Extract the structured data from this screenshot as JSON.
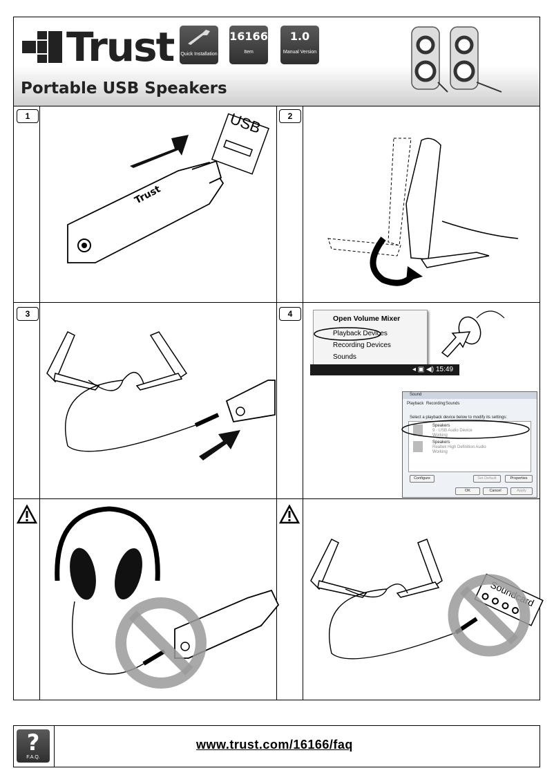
{
  "header": {
    "brand": "Trust",
    "title": "Portable USB Speakers",
    "badges": {
      "quick": "Quick Installation",
      "item_number": "16166",
      "item_label": "Item",
      "version_number": "1.0",
      "version_label": "Manual Version"
    }
  },
  "steps": {
    "s1": "1",
    "s2": "2",
    "s3": "3",
    "s4": "4"
  },
  "usb_label": "USB",
  "dongle_brand": "Trust",
  "menu": {
    "items": [
      "Open Volume Mixer",
      "Playback Devices",
      "Recording Devices",
      "Sounds"
    ],
    "time": "15:49"
  },
  "dialog": {
    "title": "Sound",
    "tabs": [
      "Playback",
      "Recording",
      "Sounds"
    ],
    "instruction": "Select a playback device below to modify its settings:",
    "devices": [
      {
        "name": "Speakers",
        "desc": "9 - USB Audio Device",
        "status": "Working"
      },
      {
        "name": "Speakers",
        "desc": "Realtek High Definition Audio",
        "status": "Working"
      }
    ],
    "buttons": {
      "configure": "Configure",
      "set_default": "Set Default",
      "properties": "Properties",
      "ok": "OK",
      "cancel": "Cancel",
      "apply": "Apply"
    }
  },
  "soundcard_label": "Soundcard",
  "footer": {
    "faq_label": "F.A.Q.",
    "link": "www.trust.com/16166/faq"
  }
}
